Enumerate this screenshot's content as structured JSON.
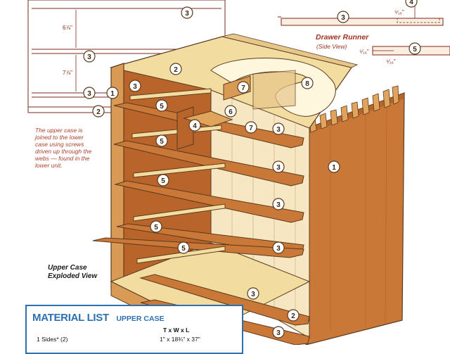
{
  "callouts": {
    "c1": "1",
    "c2": "2",
    "c3": "3",
    "c4": "4",
    "c5": "5",
    "c6": "6",
    "c7": "7",
    "c8": "8"
  },
  "dimensions": {
    "shelf_gap_top": "6⅞\"",
    "shelf_gap_bottom": "7⅞\"",
    "runner_dim_a": "⁵⁄₁₆\"",
    "runner_dim_b": "⁵⁄₁₆\"",
    "runner_dim_c": "⁵⁄₁₆\""
  },
  "drawer_runner": {
    "title": "Drawer Runner",
    "subtitle": "(Side View)"
  },
  "note": {
    "lines": [
      "The upper case is",
      "joined to the lower",
      "case using screws",
      "driven up through the",
      "webs — found in the",
      "lower unit."
    ]
  },
  "view_label": {
    "line1": "Upper Case",
    "line2": "Exploded View"
  },
  "material_list": {
    "title": "MATERIAL LIST",
    "subtitle": "UPPER CASE",
    "columns": "T x W x L",
    "rows": [
      {
        "name": "1 Sides* (2)",
        "size": "1\" x 18¾\" x 37\""
      }
    ]
  },
  "colors": {
    "wood_light": "#f3dca0",
    "wood_medium": "#d99a55",
    "wood_dark": "#b8642a",
    "outline": "#5a3a1e",
    "accent_blue": "#2e6fb0",
    "note_red": "#b0402a"
  }
}
